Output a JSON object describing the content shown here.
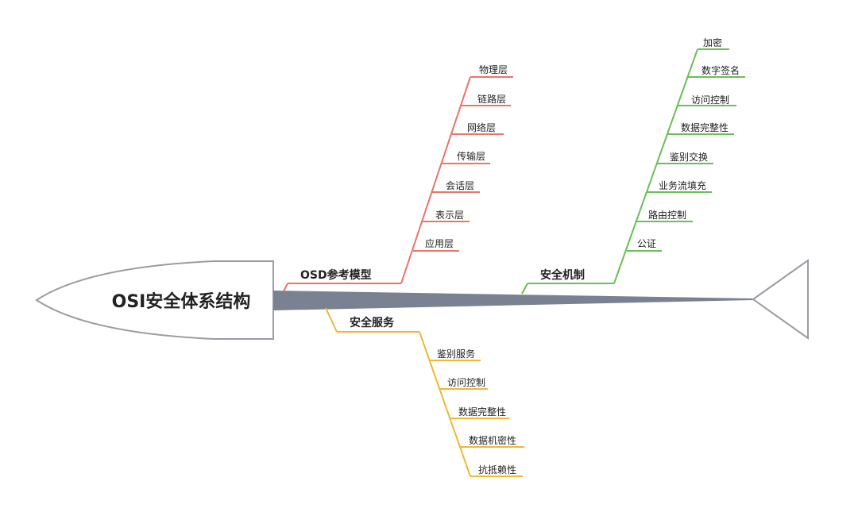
{
  "diagram": {
    "root": "OSI安全体系结构",
    "branches": [
      {
        "id": "osd",
        "label": "OSD参考模型",
        "color": "#e8756a",
        "items": [
          "物理层",
          "链路层",
          "网络层",
          "传输层",
          "会话层",
          "表示层",
          "应用层"
        ]
      },
      {
        "id": "mechanism",
        "label": "安全机制",
        "color": "#6abf55",
        "items": [
          "加密",
          "数字签名",
          "访问控制",
          "数据完整性",
          "鉴别交换",
          "业务流填充",
          "路由控制",
          "公证"
        ]
      },
      {
        "id": "service",
        "label": "安全服务",
        "color": "#f0b733",
        "items": [
          "鉴别服务",
          "访问控制",
          "数据完整性",
          "数据机密性",
          "抗抵赖性"
        ]
      }
    ]
  }
}
